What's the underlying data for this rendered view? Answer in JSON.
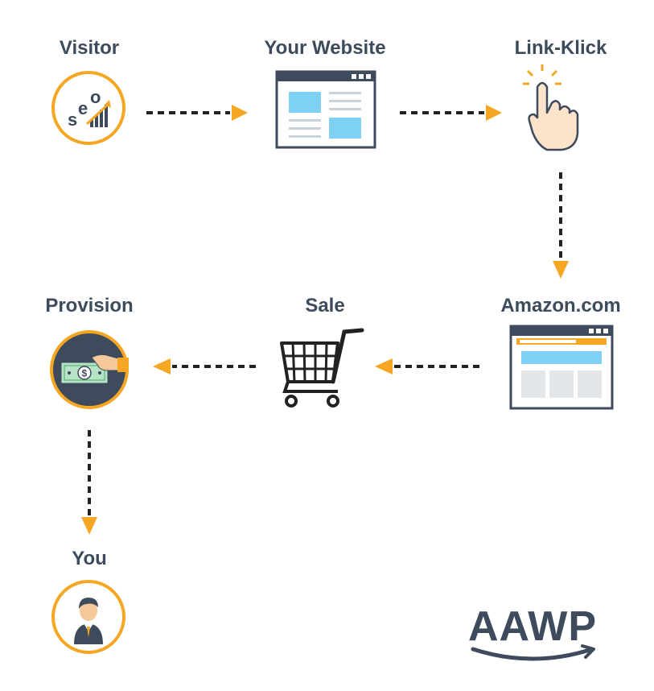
{
  "nodes": {
    "visitor": {
      "label": "Visitor",
      "icon": "seo-icon"
    },
    "website": {
      "label": "Your Website",
      "icon": "website-window-icon"
    },
    "linkklick": {
      "label": "Link-Klick",
      "icon": "click-hand-icon"
    },
    "amazon": {
      "label": "Amazon.com",
      "icon": "amazon-window-icon"
    },
    "sale": {
      "label": "Sale",
      "icon": "shopping-cart-icon"
    },
    "provision": {
      "label": "Provision",
      "icon": "money-hand-icon"
    },
    "you": {
      "label": "You",
      "icon": "person-icon"
    }
  },
  "logo": {
    "text": "AAWP"
  },
  "colors": {
    "accent": "#f5a623",
    "text": "#3d4b5c",
    "screen_blue": "#7fd1f3",
    "frame": "#3d4b5c"
  }
}
